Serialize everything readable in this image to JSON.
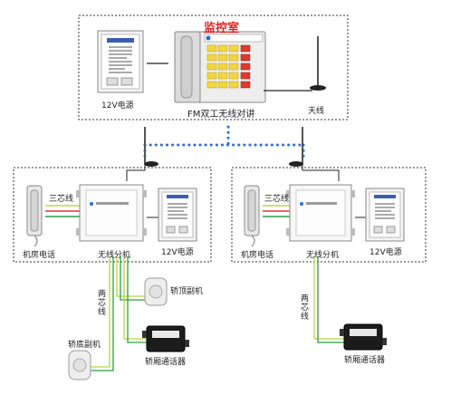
{
  "control_room": {
    "title": "监控室",
    "power_label": "12V电源",
    "intercom_label": "FM双工无线对讲",
    "antenna_label": "天线"
  },
  "left_unit": {
    "three_core_label": "三芯线",
    "machine_phone_label": "机房电话",
    "splitter_label": "无线分机",
    "power_label": "12V电源",
    "two_core_label": "两芯线",
    "car_top_label": "轿顶副机",
    "car_bottom_label": "轿底副机",
    "car_intercom_label": "轿厢通话器"
  },
  "right_unit": {
    "three_core_label": "三芯线",
    "machine_phone_label": "机房电话",
    "splitter_label": "无线分机",
    "power_label": "12V电源",
    "two_core_label": "两芯线",
    "car_intercom_label": "轿厢通话器"
  },
  "colors": {
    "wire_red": "#e53030",
    "wire_green": "#2aa040",
    "wire_yellow_green": "#b8d840",
    "wireless_link": "#2a6fd0",
    "keypad_yellow": "#f2d640",
    "keypad_red": "#e03a2e",
    "title_red": "#e02020"
  },
  "icons": {
    "antenna": "antenna-icon",
    "phone": "phone-handset-icon",
    "box": "device-box-icon",
    "speaker": "speaker-icon",
    "intercom": "car-intercom-icon"
  }
}
